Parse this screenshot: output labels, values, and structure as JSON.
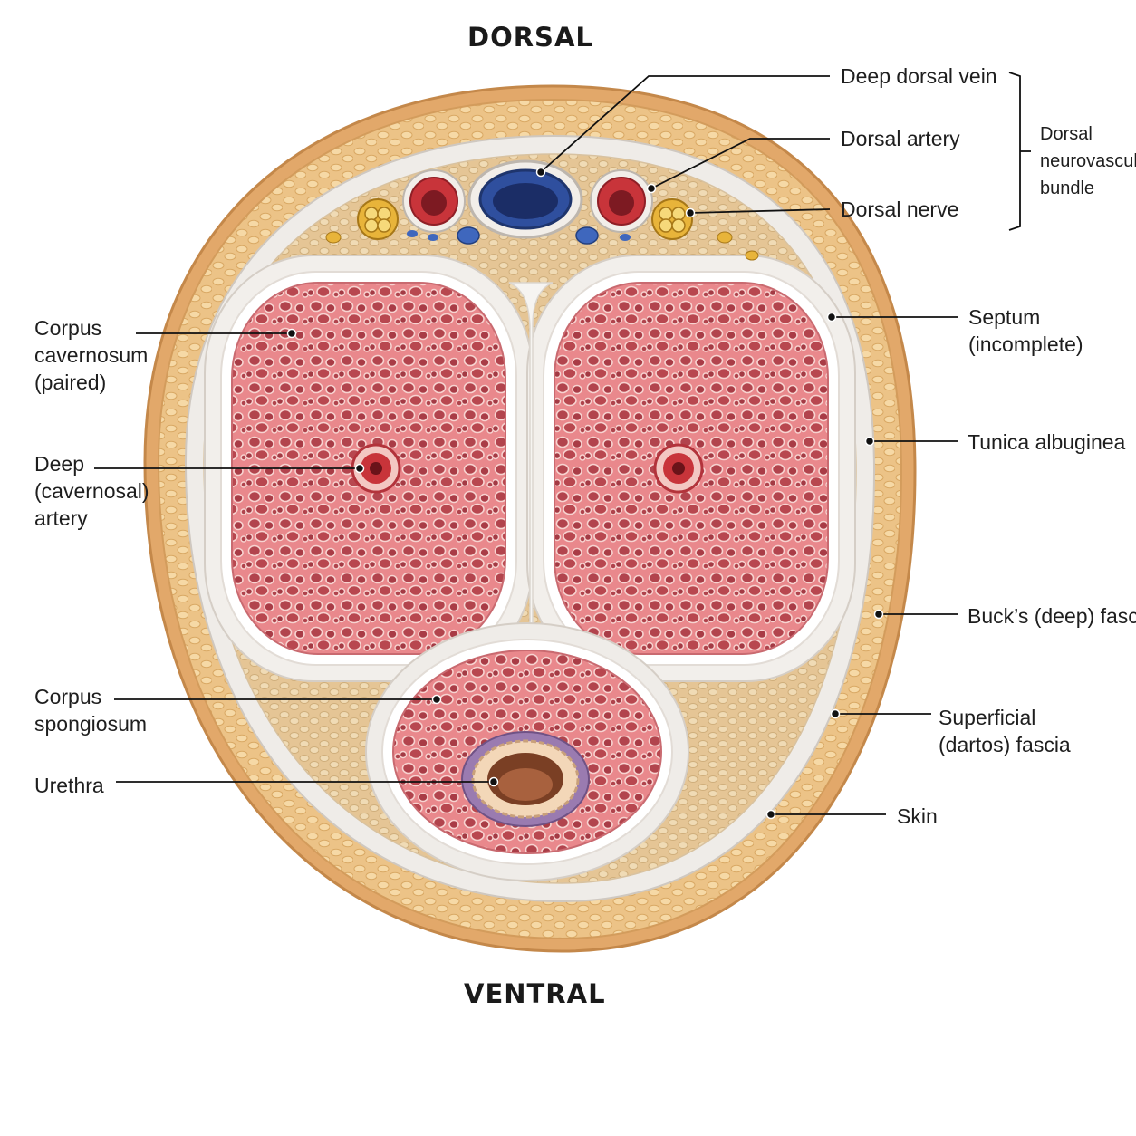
{
  "orientation": {
    "top": "DORSAL",
    "bottom": "VENTRAL"
  },
  "labels": {
    "deep_dorsal_vein": "Deep dorsal vein",
    "dorsal_artery": "Dorsal artery",
    "dorsal_nerve": "Dorsal nerve",
    "bundle": [
      "Dorsal",
      "neurovascular",
      "bundle"
    ],
    "corpus_cavernosum": [
      "Corpus",
      "cavernosum",
      "(paired)"
    ],
    "septum": [
      "Septum",
      "(incomplete)"
    ],
    "tunica_albuginea": "Tunica albuginea",
    "deep_artery": [
      "Deep",
      "(cavernosal)",
      "artery"
    ],
    "bucks_fascia": "Buck’s (deep) fascia",
    "corpus_spongiosum": [
      "Corpus",
      "spongiosum"
    ],
    "superficial_fascia": [
      "Superficial",
      "(dartos) fascia"
    ],
    "urethra": "Urethra",
    "skin": "Skin"
  },
  "colors": {
    "skin": "#e2a86a",
    "dartos_fat": "#f0c98a",
    "bucks_fascia": "#eceae8",
    "tunica": "#f4f2ef",
    "erectile_tissue": "#e4878a",
    "sinusoid": "#b5474f",
    "artery": "#c8343a",
    "vein": "#2f4f9e",
    "nerve": "#e8b43a",
    "urethra_lining": "#9a7bb0"
  }
}
